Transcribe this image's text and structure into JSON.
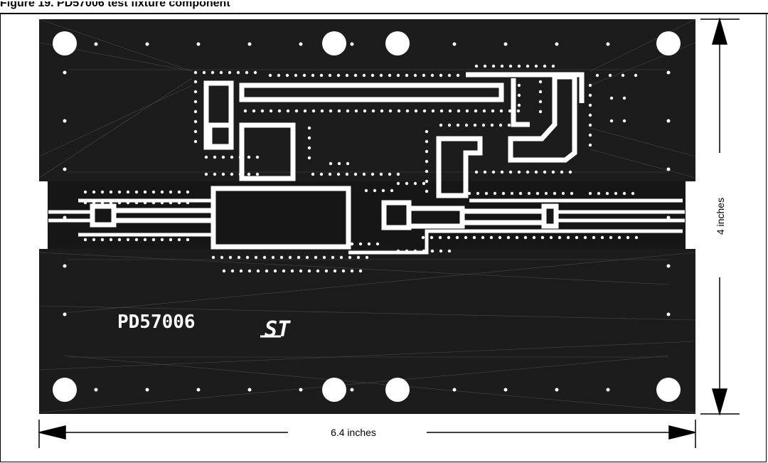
{
  "figure": {
    "title_partial": "Figure 19. PD57006 test fixture component"
  },
  "board": {
    "part_number_silkscreen": "PD57006",
    "logo": "ST",
    "colors": {
      "board": "#1c1c1c",
      "trace": "#ffffff",
      "background": "#ffffff"
    }
  },
  "dimensions": {
    "width_label": "6.4 inches",
    "height_label": "4 inches"
  }
}
